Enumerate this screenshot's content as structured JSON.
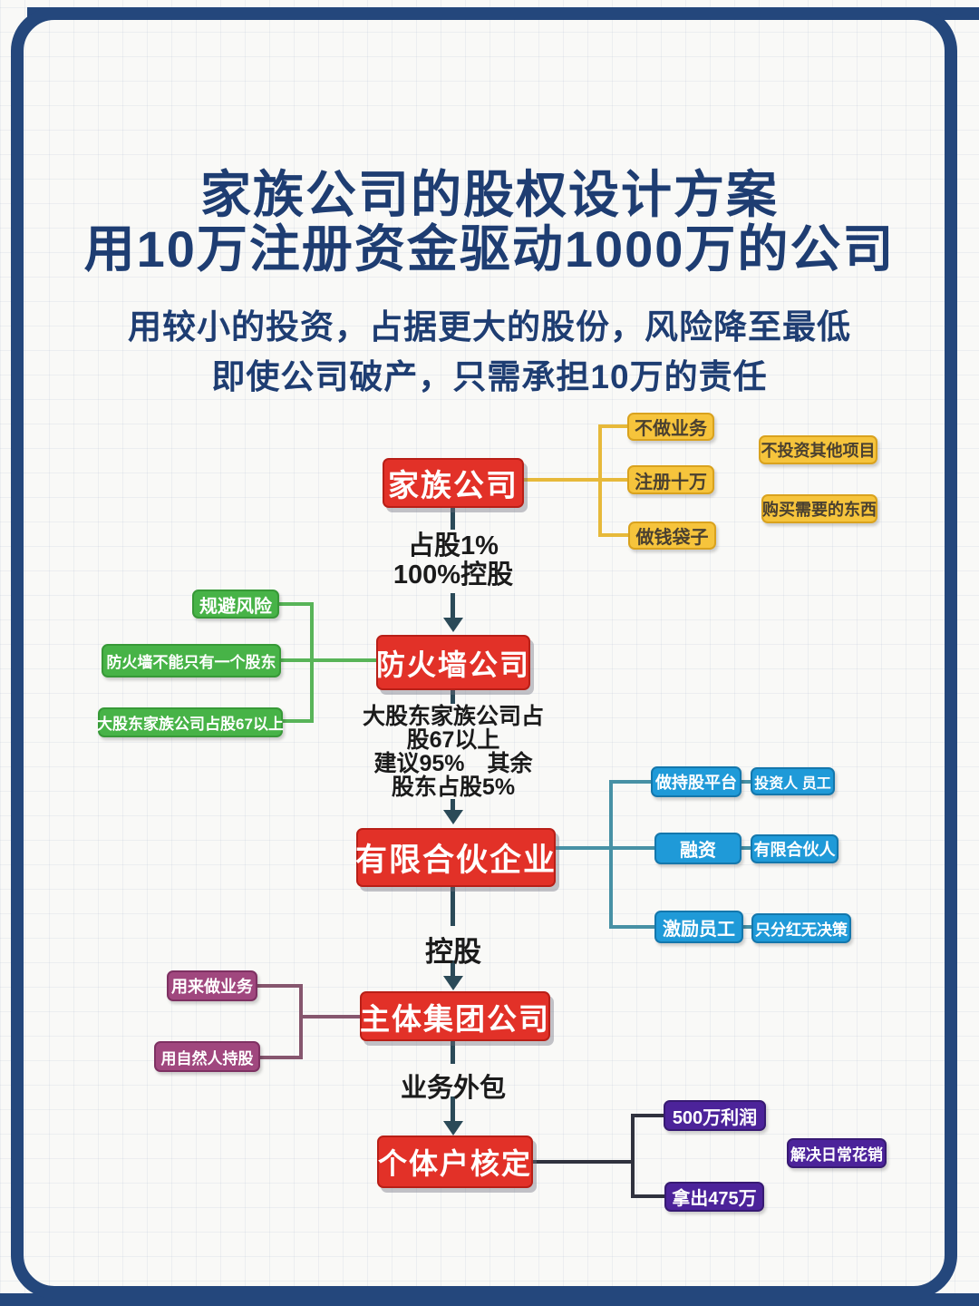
{
  "title": {
    "line1": "家族公司的股权设计方案",
    "line2": "用10万注册资金驱动1000万的公司"
  },
  "subtitle": {
    "line1": "用较小的投资，占据更大的股份，风险降至最低",
    "line2": "即使公司破产，只需承担10万的责任"
  },
  "flow": {
    "node1": {
      "label": "家族公司"
    },
    "edge1": {
      "line1": "占股1%",
      "line2": "100%控股"
    },
    "node2": {
      "label": "防火墙公司"
    },
    "edge2": {
      "line1": "大股东家族公司占",
      "line2": "股67以上",
      "line3": "建议95%　其余",
      "line4": "股东占股5%"
    },
    "node3": {
      "label": "有限合伙企业"
    },
    "edge3": {
      "label": "控股"
    },
    "node4": {
      "label": "主体集团公司"
    },
    "edge4": {
      "label": "业务外包"
    },
    "node5": {
      "label": "个体户核定"
    }
  },
  "family_notes": {
    "branch": [
      {
        "label": "不做业务"
      },
      {
        "label": "注册十万"
      },
      {
        "label": "做钱袋子"
      }
    ],
    "side": [
      {
        "label": "不投资其他项目"
      },
      {
        "label": "购买需要的东西"
      }
    ]
  },
  "firewall_notes": {
    "items": [
      {
        "label": "规避风险"
      },
      {
        "label": "防火墙不能只有一个股东"
      },
      {
        "label": "大股东家族公司占股67以上"
      }
    ]
  },
  "partnership_notes": {
    "rows": [
      {
        "left": "做持股平台",
        "right": "投资人 员工"
      },
      {
        "left": "融资",
        "right": "有限合伙人"
      },
      {
        "left": "激励员工",
        "right": "只分红无决策"
      }
    ]
  },
  "main_company_notes": {
    "items": [
      {
        "label": "用来做业务"
      },
      {
        "label": "用自然人持股"
      }
    ]
  },
  "sole_proprietor_notes": {
    "branch": [
      {
        "label": "500万利润"
      },
      {
        "label": "拿出475万"
      }
    ],
    "side": {
      "label": "解决日常花销"
    }
  },
  "colors": {
    "navy": "#24477c",
    "title-navy": "#1e3d72",
    "node-red": "#e23128",
    "yellow": "#f6c43c",
    "yellow-border": "#d9a21e",
    "yellow-text": "#4a4030",
    "yellow-line": "#e7b93a",
    "green": "#47b347",
    "green-border": "#379937",
    "green-line": "#58b458",
    "blue": "#1f9ad8",
    "blue-border": "#1477ac",
    "teal-line": "#4791a5",
    "mauve": "#a0477e",
    "mauve-border": "#7e3162",
    "mauve-line": "#86566e",
    "purple": "#4c239a",
    "purple-border": "#371a73",
    "dark-line": "#30323e",
    "arrow": "#2b4a58",
    "label-dark": "#1b1b1b"
  }
}
